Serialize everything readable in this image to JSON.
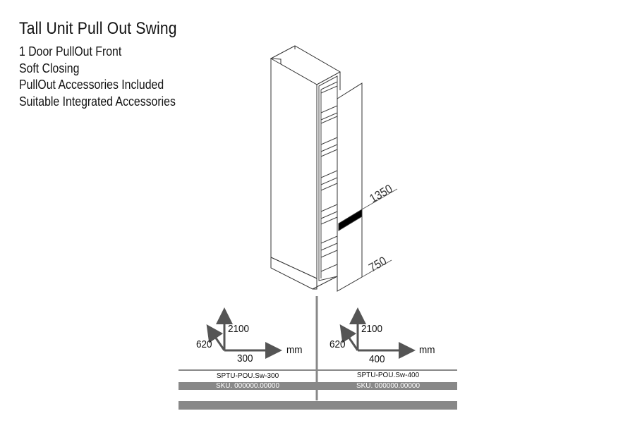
{
  "title": "Tall Unit Pull Out Swing",
  "features": [
    "1 Door PullOut Front",
    "Soft Closing",
    "PullOut Accessories Included",
    "Suitable Integrated Accessories"
  ],
  "drawing": {
    "height_mark_upper": "1350",
    "height_mark_lower": "750"
  },
  "variants": [
    {
      "height": "2100",
      "depth": "620",
      "width": "300",
      "unit": "mm",
      "model": "SPTU-POU.Sw-300",
      "sku": "SKU. 000000.00000"
    },
    {
      "height": "2100",
      "depth": "620",
      "width": "400",
      "unit": "mm",
      "model": "SPTU-POU.Sw-400",
      "sku": "SKU. 000000.00000"
    }
  ],
  "colors": {
    "bar": "#888888",
    "line": "#555555"
  }
}
